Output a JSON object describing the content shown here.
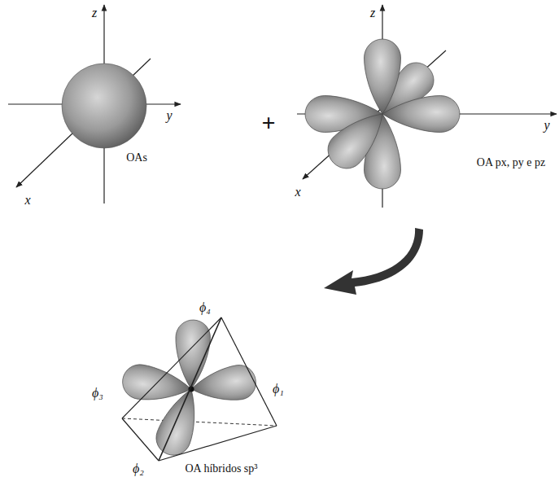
{
  "diagram": {
    "labels": [
      "z",
      "z",
      "+",
      "y",
      "y",
      "x",
      "OAs",
      "x",
      "OA px, py e pz",
      "ϕ₄",
      "ϕ₃",
      "ϕ₁",
      "ϕ₂",
      "OA híbridos sp³"
    ]
  }
}
